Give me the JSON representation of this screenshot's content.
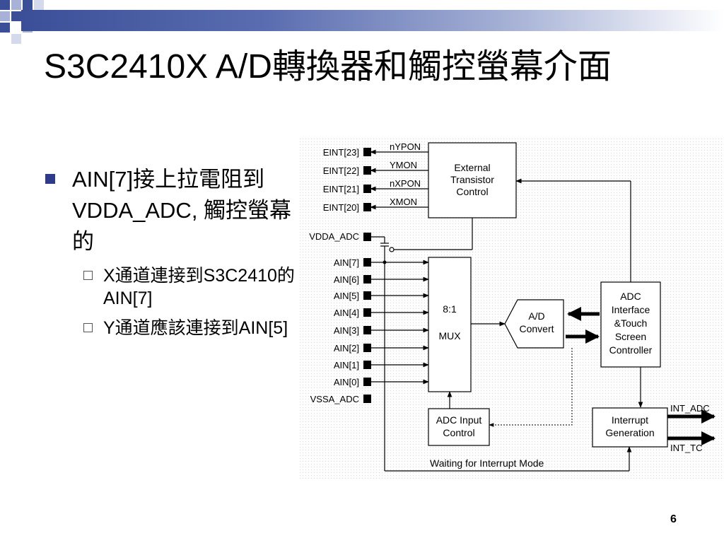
{
  "slide": {
    "title": "S3C2410X A/D轉換器和觸控螢幕介面",
    "page_number": "6",
    "bullets": [
      {
        "text": "AIN[7]接上拉電阻到VDDA_ADC, 觸控螢幕的",
        "sub": [
          "X通道連接到S3C2410的AIN[7]",
          "Y通道應該連接到AIN[5]"
        ]
      }
    ]
  },
  "diagram": {
    "eint_labels": [
      "EINT[23]",
      "EINT[22]",
      "EINT[21]",
      "EINT[20]"
    ],
    "switch_labels": [
      "nYPON",
      "YMON",
      "nXPON",
      "XMON"
    ],
    "vdda_label": "VDDA_ADC",
    "ain_labels": [
      "AIN[7]",
      "AIN[6]",
      "AIN[5]",
      "AIN[4]",
      "AIN[3]",
      "AIN[2]",
      "AIN[1]",
      "AIN[0]"
    ],
    "vssa_label": "VSSA_ADC",
    "ext_block": [
      "External",
      "Transistor",
      "Control"
    ],
    "mux_block": [
      "8:1",
      "MUX"
    ],
    "ad_block": [
      "A/D",
      "Convert"
    ],
    "adc_block": [
      "ADC",
      "Interface",
      "&Touch",
      "Screen",
      "Controller"
    ],
    "adc_input_block": [
      "ADC Input",
      "Control"
    ],
    "interrupt_block": [
      "Interrupt",
      "Generation"
    ],
    "int_adc": "INT_ADC",
    "int_tc": "INT_TC",
    "waiting_label": "Waiting for Interrupt Mode"
  }
}
